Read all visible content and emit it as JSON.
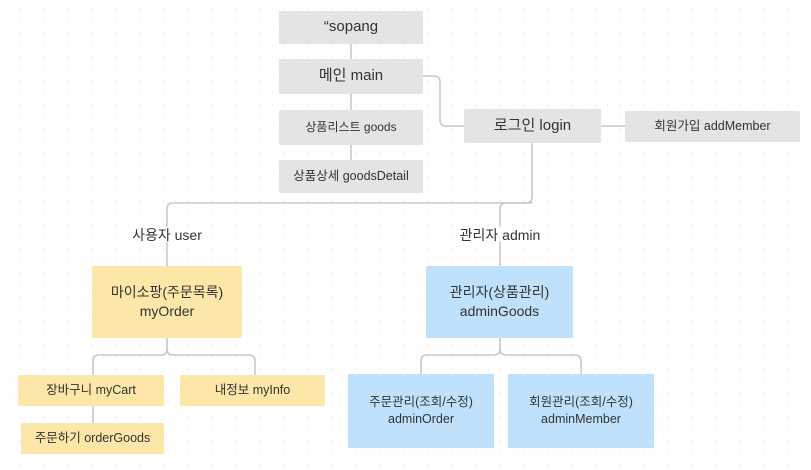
{
  "diagram": {
    "title": "sopang sitemap",
    "colors": {
      "gray_node": "#e4e4e4",
      "yellow_node": "#fce7a8",
      "blue_node": "#bfe1fb",
      "edge": "#c9c9c9",
      "text": "#333333",
      "background": "#ffffff",
      "grid_dot": "#d8d8d8"
    },
    "nodes": {
      "sopang": {
        "line1": "“sopang",
        "line2": ""
      },
      "main": {
        "line1": "메인 main",
        "line2": ""
      },
      "goods": {
        "line1": "상품리스트 goods",
        "line2": ""
      },
      "goods_detail": {
        "line1": "상품상세 goodsDetail",
        "line2": ""
      },
      "login": {
        "line1": "로그인 login",
        "line2": ""
      },
      "add_member": {
        "line1": "회원가입 addMember",
        "line2": ""
      },
      "my_order": {
        "line1": "마이소팡(주문목록)",
        "line2": "myOrder"
      },
      "admin_goods": {
        "line1": "관리자(상품관리)",
        "line2": "adminGoods"
      },
      "my_cart": {
        "line1": "장바구니 myCart",
        "line2": ""
      },
      "order_goods": {
        "line1": "주문하기 orderGoods",
        "line2": ""
      },
      "my_info": {
        "line1": "내정보 myInfo",
        "line2": ""
      },
      "admin_order": {
        "line1": "주문관리(조회/수정)",
        "line2": "adminOrder"
      },
      "admin_member": {
        "line1": "회원관리(조회/수정)",
        "line2": "adminMember"
      }
    },
    "branch_labels": {
      "user": "사용자 user",
      "admin": "관리자 admin"
    }
  }
}
